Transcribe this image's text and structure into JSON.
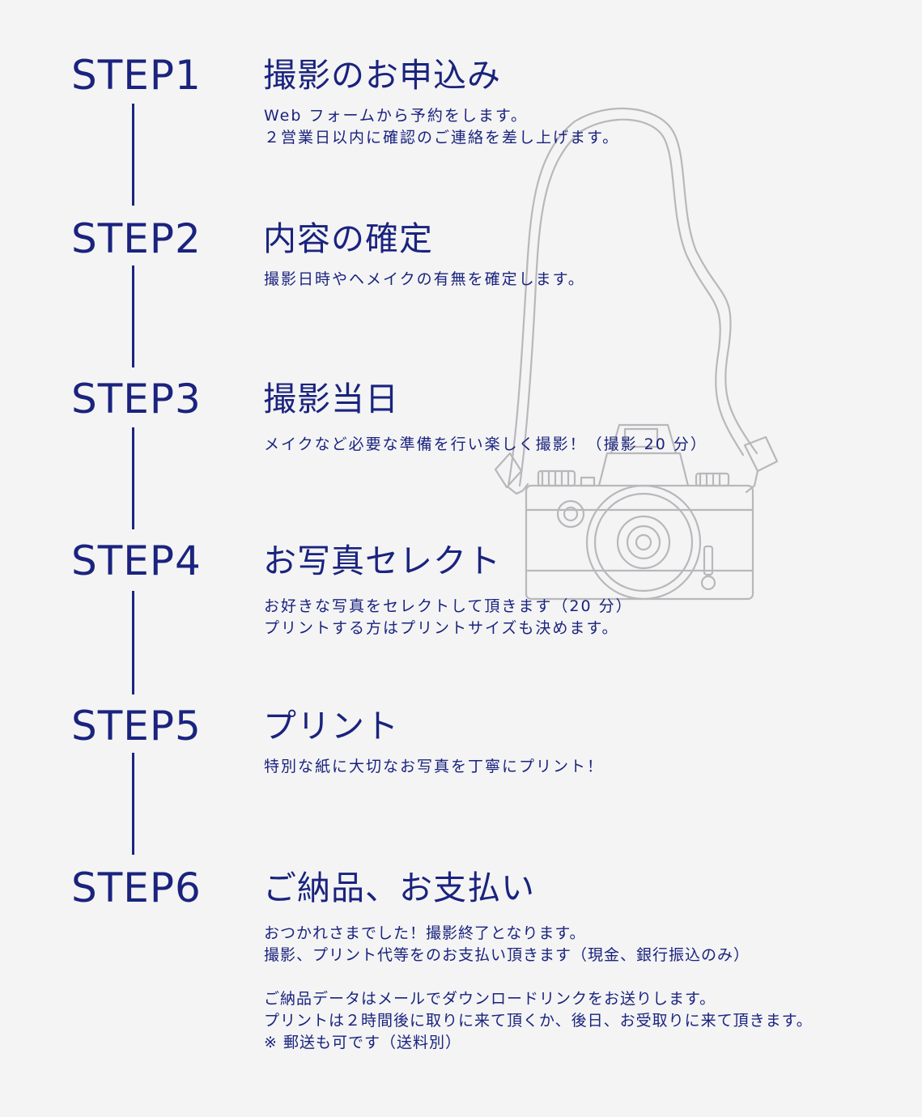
{
  "steps": [
    {
      "label": "STEP1",
      "title": "撮影のお申込み",
      "lines": [
        "Web フォームから予約をします。",
        "２営業日以内に確認のご連絡を差し上げます。"
      ]
    },
    {
      "label": "STEP2",
      "title": "内容の確定",
      "lines": [
        "撮影日時やヘメイクの有無を確定します。"
      ]
    },
    {
      "label": "STEP3",
      "title": "撮影当日",
      "lines": [
        "メイクなど必要な準備を行い楽しく撮影！（撮影 20 分）"
      ]
    },
    {
      "label": "STEP4",
      "title": "お写真セレクト",
      "lines": [
        "お好きな写真をセレクトして頂きます（20 分）",
        "プリントする方はプリントサイズも決めます。"
      ]
    },
    {
      "label": "STEP5",
      "title": "プリント",
      "lines": [
        "特別な紙に大切なお写真を丁寧にプリント！"
      ]
    },
    {
      "label": "STEP6",
      "title": "ご納品、お支払い",
      "lines": [
        "おつかれさまでした！撮影終了となります。",
        "撮影、プリント代等をのお支払い頂きます（現金、銀行振込のみ）",
        "",
        "ご納品データはメールでダウンロードリンクをお送りします。",
        "プリントは２時間後に取りに来て頂くか、後日、お受取りに来て頂きます。",
        "※ 郵送も可です（送料別）"
      ]
    }
  ],
  "colors": {
    "accent": "#1a237e",
    "background": "#f4f4f4",
    "illustration": "#b8b8bc"
  },
  "illustration": {
    "icon": "camera-icon"
  }
}
